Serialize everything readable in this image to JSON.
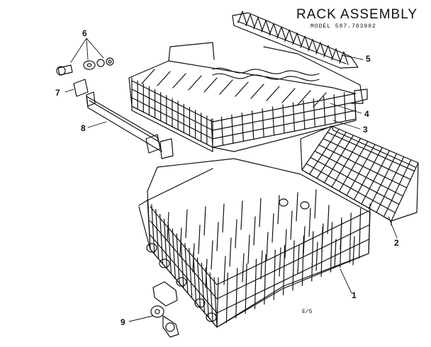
{
  "header": {
    "title": "RACK ASSEMBLY",
    "model": "MODEL 587.703902"
  },
  "callouts": {
    "c1": "1",
    "c2": "2",
    "c3": "3",
    "c4": "4",
    "c5": "5",
    "c6": "6",
    "c7": "7",
    "c8": "8",
    "c9": "9"
  },
  "footer": {
    "page_ref": "E/5"
  },
  "colors": {
    "ink": "#111111",
    "paper": "#ffffff"
  }
}
